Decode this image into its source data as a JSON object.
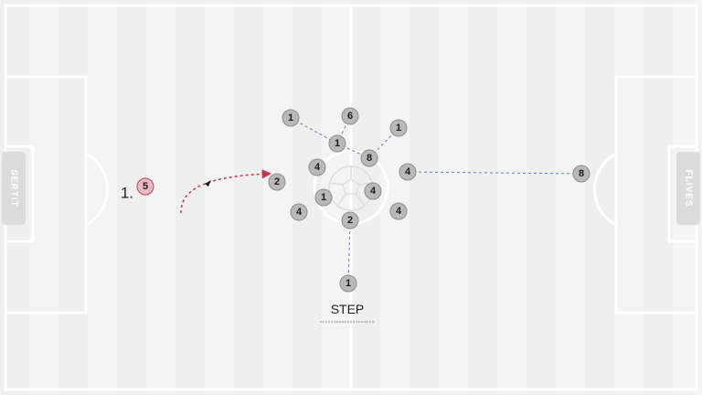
{
  "side_labels": {
    "left": "SERTIT",
    "right": "FLIVES"
  },
  "step": {
    "number": "1.",
    "marker": "5",
    "title": "STEP"
  },
  "colors": {
    "pitch": "#f4f4f4",
    "stripe": "#efefef",
    "line": "#ffffff",
    "player": "#b9b9b9",
    "player_stroke": "#8d8d8d",
    "highlight": "#e7b9c0",
    "highlight_stroke": "#b2465a",
    "link": "#5b7fc4",
    "run": "#c03a4c",
    "tag": "#dcdcdc"
  },
  "players": [
    {
      "id": "p1",
      "label": "1"
    },
    {
      "id": "p2",
      "label": "6"
    },
    {
      "id": "p3",
      "label": "1"
    },
    {
      "id": "p4",
      "label": "1"
    },
    {
      "id": "p5",
      "label": "8"
    },
    {
      "id": "p6",
      "label": "4"
    },
    {
      "id": "p7",
      "label": "4"
    },
    {
      "id": "p8",
      "label": "2"
    },
    {
      "id": "p9",
      "label": "1"
    },
    {
      "id": "p10",
      "label": "4"
    },
    {
      "id": "p11",
      "label": "4"
    },
    {
      "id": "p12",
      "label": "4"
    },
    {
      "id": "p13",
      "label": "2"
    },
    {
      "id": "p14",
      "label": "1"
    },
    {
      "id": "p15",
      "label": "8"
    }
  ],
  "links": [
    [
      "p1",
      "p4"
    ],
    [
      "p2",
      "p4"
    ],
    [
      "p3",
      "p5"
    ],
    [
      "p4",
      "p5"
    ],
    [
      "p6",
      "p15"
    ],
    [
      "p13",
      "p14"
    ]
  ]
}
